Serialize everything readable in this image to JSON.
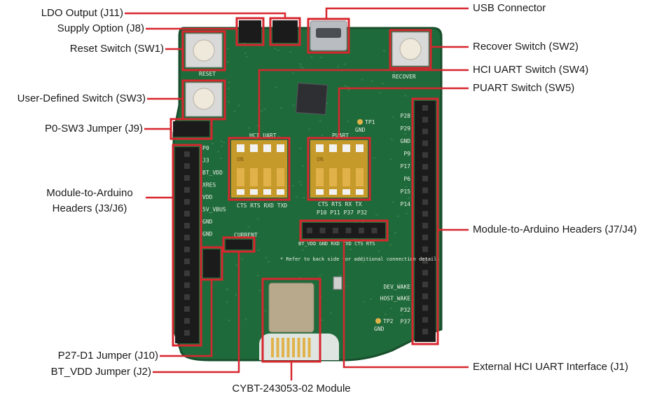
{
  "colors": {
    "callout": "#d7262e",
    "board": "#1f6a3a",
    "board_edge": "#174f2c",
    "silk": "#e9efe6",
    "header": "#1b1b1b",
    "switch_body": "#c69a2a",
    "module": "#b8a98c",
    "gold": "#e2b24a"
  },
  "labels": {
    "ldo_output": "LDO Output (J11)",
    "supply_option": "Supply Option (J8)",
    "reset_switch": "Reset Switch (SW1)",
    "user_switch": "User-Defined Switch (SW3)",
    "p0_jumper": "P0-SW3 Jumper (J9)",
    "module_arduino_left_1": "Module-to-Arduino",
    "module_arduino_left_2": "Headers (J3/J6)",
    "p27_jumper": "P27-D1 Jumper (J10)",
    "bt_vdd_jumper": "BT_VDD Jumper (J2)",
    "module": "CYBT-243053-02 Module",
    "usb_connector": "USB Connector",
    "recover_switch": "Recover Switch (SW2)",
    "hci_switch": "HCI UART Switch (SW4)",
    "puart_switch": "PUART Switch (SW5)",
    "module_arduino_right": "Module-to-Arduino Headers (J7/J4)",
    "ext_hci": "External HCI UART Interface (J1)"
  },
  "silk": {
    "reset": "RESET",
    "recover": "RECOVER",
    "hci_uart": "HCI UART",
    "puart": "PUART",
    "on": "ON",
    "hci_pins": "CTS RTS RXD TXD",
    "puart_pins": "CTS RTS RX TX",
    "puart_ports": "P10 P11 P37 P32",
    "j1_pins": "BT_VDD GND RXD TXD CTS RTS",
    "current": "CURRENT",
    "gnd": "GND",
    "tp1": "TP1",
    "tp2": "TP2",
    "note": "* Refer to back side for additional connection details",
    "left_pins": [
      "P0",
      "J3",
      "BT_VDD",
      "XRES",
      "VDD",
      "5V_VBUS",
      "GND",
      "GND"
    ],
    "right_pins": [
      "P28",
      "P29",
      "GND",
      "P9",
      "P17",
      "P6",
      "P15",
      "P14",
      "DEV_WAKE",
      "HOST_WAKE",
      "P32",
      "P37"
    ]
  }
}
